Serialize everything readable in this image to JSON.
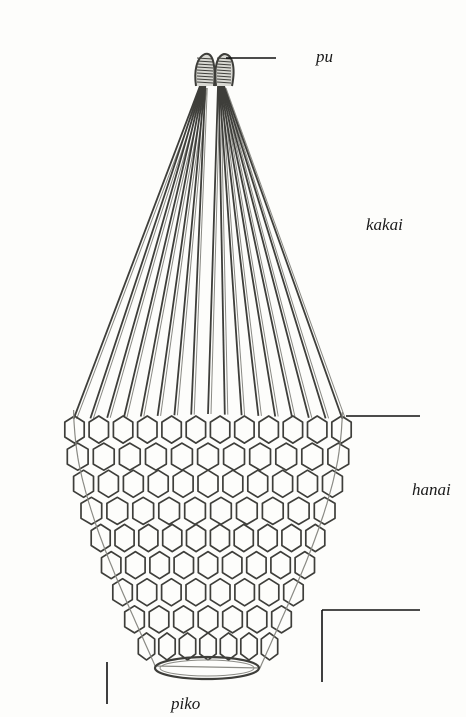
{
  "labels": {
    "pu": "pu",
    "kakai": "kakai",
    "hanai": "hanai",
    "piko": "piko"
  },
  "colors": {
    "cord": "#3e3e3a",
    "cord_light": "#8a8a84",
    "background": "#fdfdfb",
    "leader_line": "#111111"
  }
}
